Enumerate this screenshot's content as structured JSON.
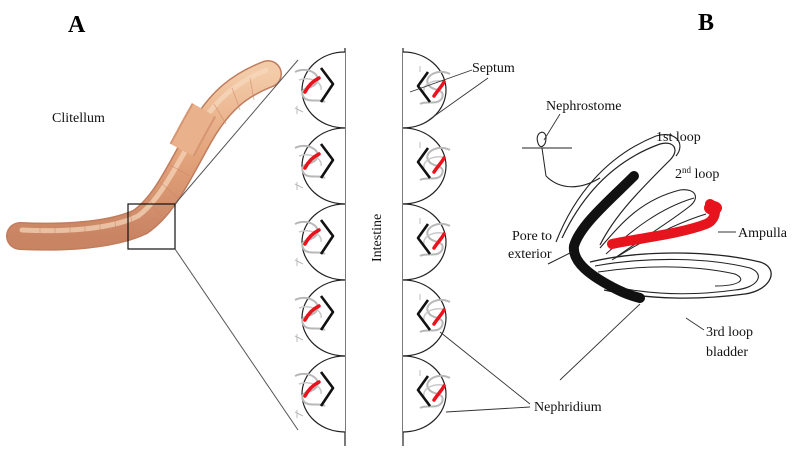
{
  "panels": {
    "a": "A",
    "b": "B"
  },
  "labels": {
    "clitellum": "Clitellum",
    "intestine": "Intestine",
    "septum": "Septum",
    "nephrostome": "Nephrostome",
    "loop1": "1st loop",
    "loop2_number": "2",
    "loop2_suffix": "nd",
    "loop2_word": " loop",
    "ampulla": "Ampulla",
    "pore_line1": "Pore to",
    "pore_line2": "exterior",
    "loop3_line1": "3rd loop",
    "loop3_line2": "bladder",
    "nephridium": "Nephridium"
  },
  "colors": {
    "worm_light": "#f1c49e",
    "worm_mid": "#e0a27a",
    "worm_dark": "#c98463",
    "nephridium_red": "#e8141d",
    "line": "#222222",
    "tubule_gray": "#b5b5b5"
  }
}
